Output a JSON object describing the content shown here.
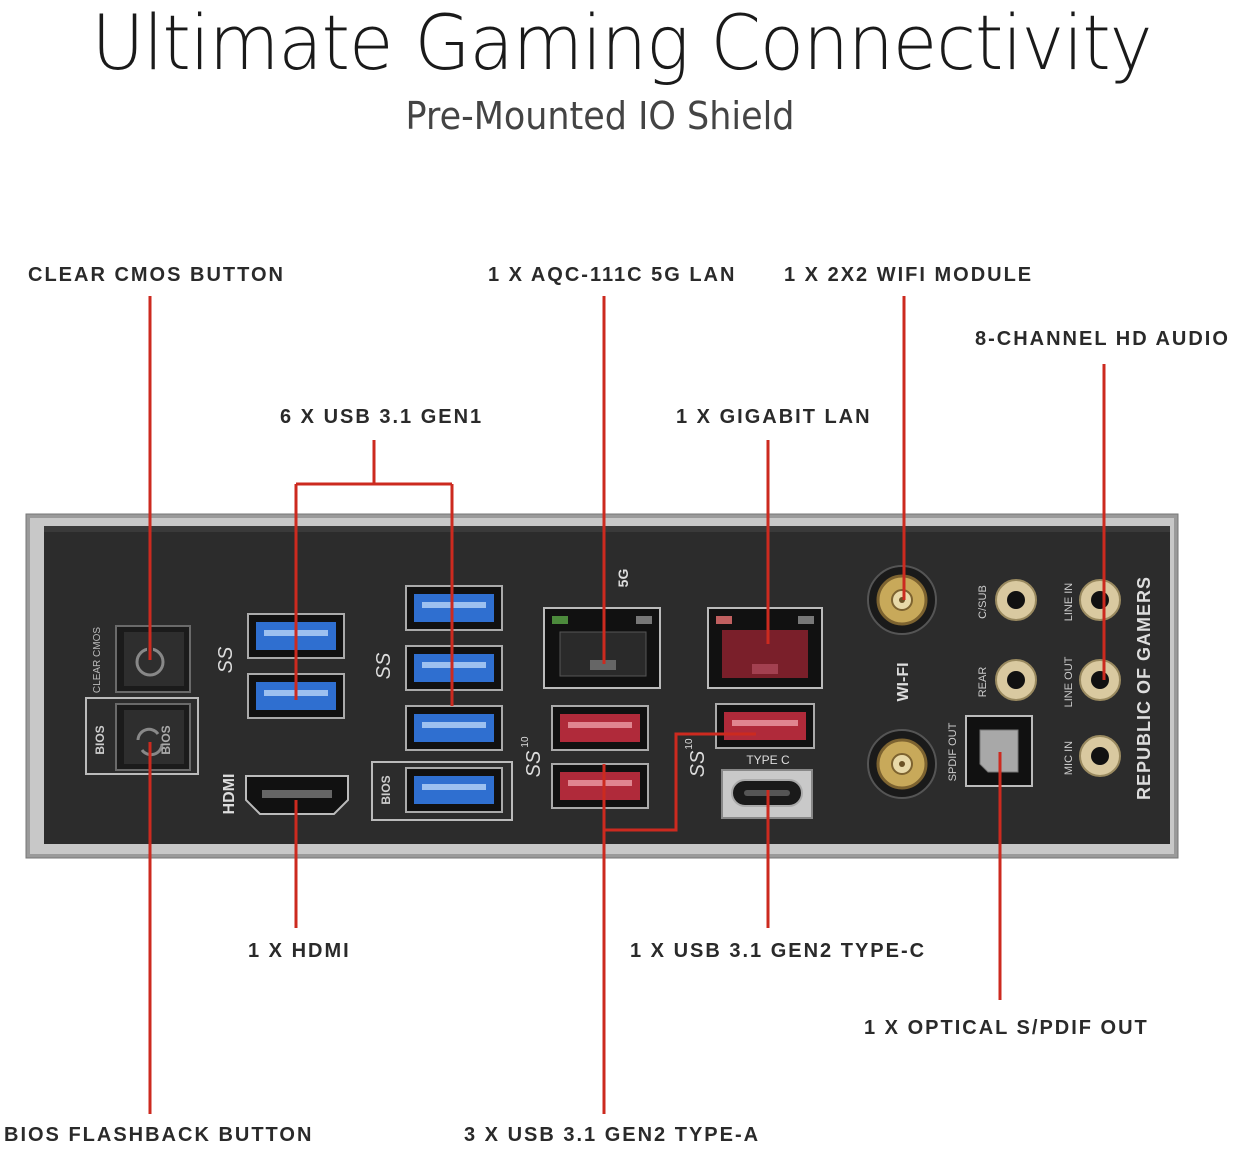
{
  "title": "Ultimate Gaming Connectivity",
  "subtitle": "Pre-Mounted IO Shield",
  "callouts": {
    "clear_cmos": "CLEAR CMOS BUTTON",
    "aqc_lan": "1 X AQC-111C 5G LAN",
    "wifi_module": "1 X 2X2 WIFI MODULE",
    "hd_audio": "8-CHANNEL HD AUDIO",
    "usb_gen1": "6 X USB 3.1 GEN1",
    "gigabit_lan": "1 X GIGABIT LAN",
    "hdmi": "1 X HDMI",
    "usb_typec": "1 X USB 3.1 GEN2 TYPE-C",
    "optical_spdif": "1 X OPTICAL S/PDIF OUT",
    "bios_flashback": "BIOS FLASHBACK BUTTON",
    "usb_gen2_typea": "3 X USB 3.1 GEN2 TYPE-A"
  },
  "panel": {
    "clear_cmos_label": "CLEAR CMOS",
    "bios_label": "BIOS",
    "hdmi_label": "HDMI",
    "usb_logo": "SS",
    "usb10_mark": "10",
    "lan_5g_label": "5G",
    "type_c_label": "TYPE C",
    "wifi_label": "WI-FI",
    "spdif_label": "SPDIF OUT",
    "audio_csub": "C/SUB",
    "audio_rear": "REAR",
    "audio_line_in": "LINE IN",
    "audio_line_out": "LINE OUT",
    "audio_mic_in": "MIC IN",
    "brand": "REPUBLIC OF GAMERS"
  },
  "colors": {
    "leader_line": "#cc2a1f",
    "panel": "#2b2b2b",
    "usb_gen1": "#2f6fd0",
    "usb_gen2": "#b02a3a"
  }
}
